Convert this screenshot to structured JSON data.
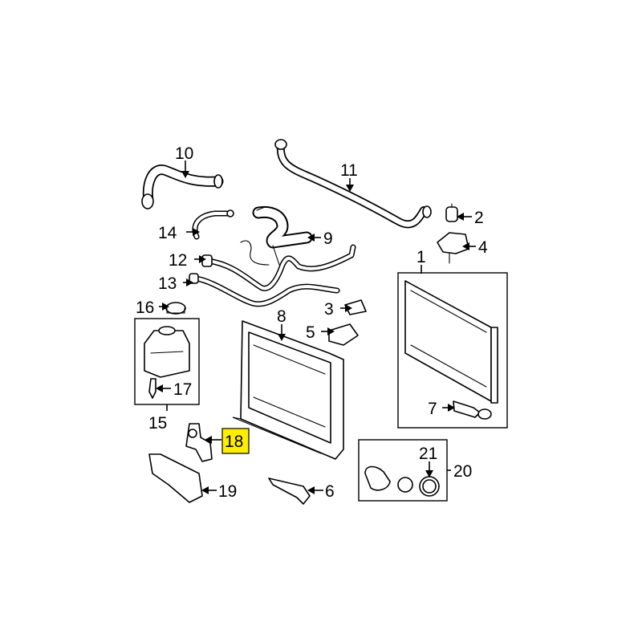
{
  "highlight_color": "#ffee00",
  "callouts": {
    "c1": "1",
    "c2": "2",
    "c3": "3",
    "c4": "4",
    "c5": "5",
    "c6": "6",
    "c7": "7",
    "c8": "8",
    "c9": "9",
    "c10": "10",
    "c11": "11",
    "c12": "12",
    "c13": "13",
    "c14": "14",
    "c15": "15",
    "c16": "16",
    "c17": "17",
    "c18": "18",
    "c19": "19",
    "c20": "20",
    "c21": "21"
  },
  "highlighted_callout": "18"
}
